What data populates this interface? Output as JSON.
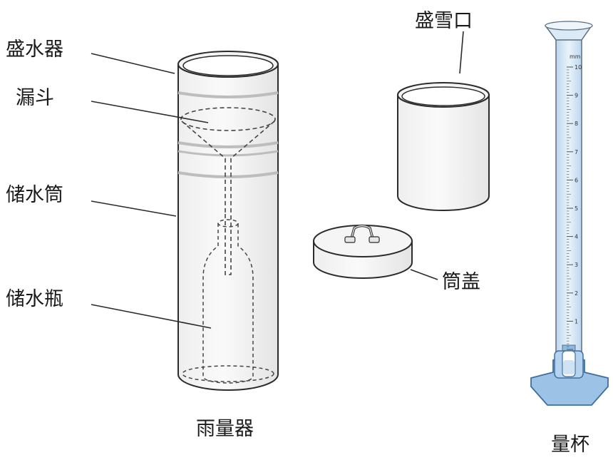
{
  "labels": {
    "water_receiver": "盛水器",
    "funnel": "漏斗",
    "storage_cylinder": "储水筒",
    "storage_bottle": "储水瓶",
    "rain_gauge": "雨量器",
    "snow_mouth": "盛雪口",
    "cylinder_lid": "筒盖",
    "measuring_cup": "量杯"
  },
  "measuring_cup": {
    "unit": "mm",
    "scale_labels": [
      "1",
      "2",
      "3",
      "4",
      "5",
      "6",
      "7",
      "8",
      "9",
      "10"
    ]
  },
  "colors": {
    "outline": "#2b2b2b",
    "dashed": "#444444",
    "glass_blue": "#cfe3f3",
    "base_blue": "#9cc3e6",
    "base_blue_dark": "#6f9fcf"
  }
}
